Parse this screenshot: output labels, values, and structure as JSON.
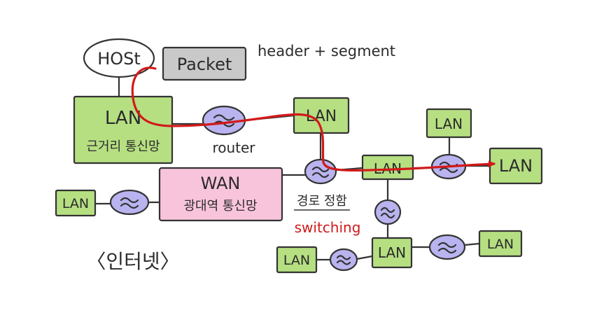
{
  "labels": {
    "host": "HOSt",
    "packet": "Packet",
    "packet_desc": "header + segment",
    "lan": "LAN",
    "lan_korean": "근거리 통신망",
    "wan": "WAN",
    "wan_korean": "광대역 통신망",
    "router": "router",
    "routing": "경로 정함",
    "switching": "switching",
    "internet": "〈인터넷〉"
  },
  "colors": {
    "lan": "#b6df82",
    "wan": "#f8c4dc",
    "router": "#b9b4ef",
    "packet": "#c9c9c9",
    "route": "#d11a1a"
  },
  "icons": {
    "router": "tilde-symbol"
  }
}
